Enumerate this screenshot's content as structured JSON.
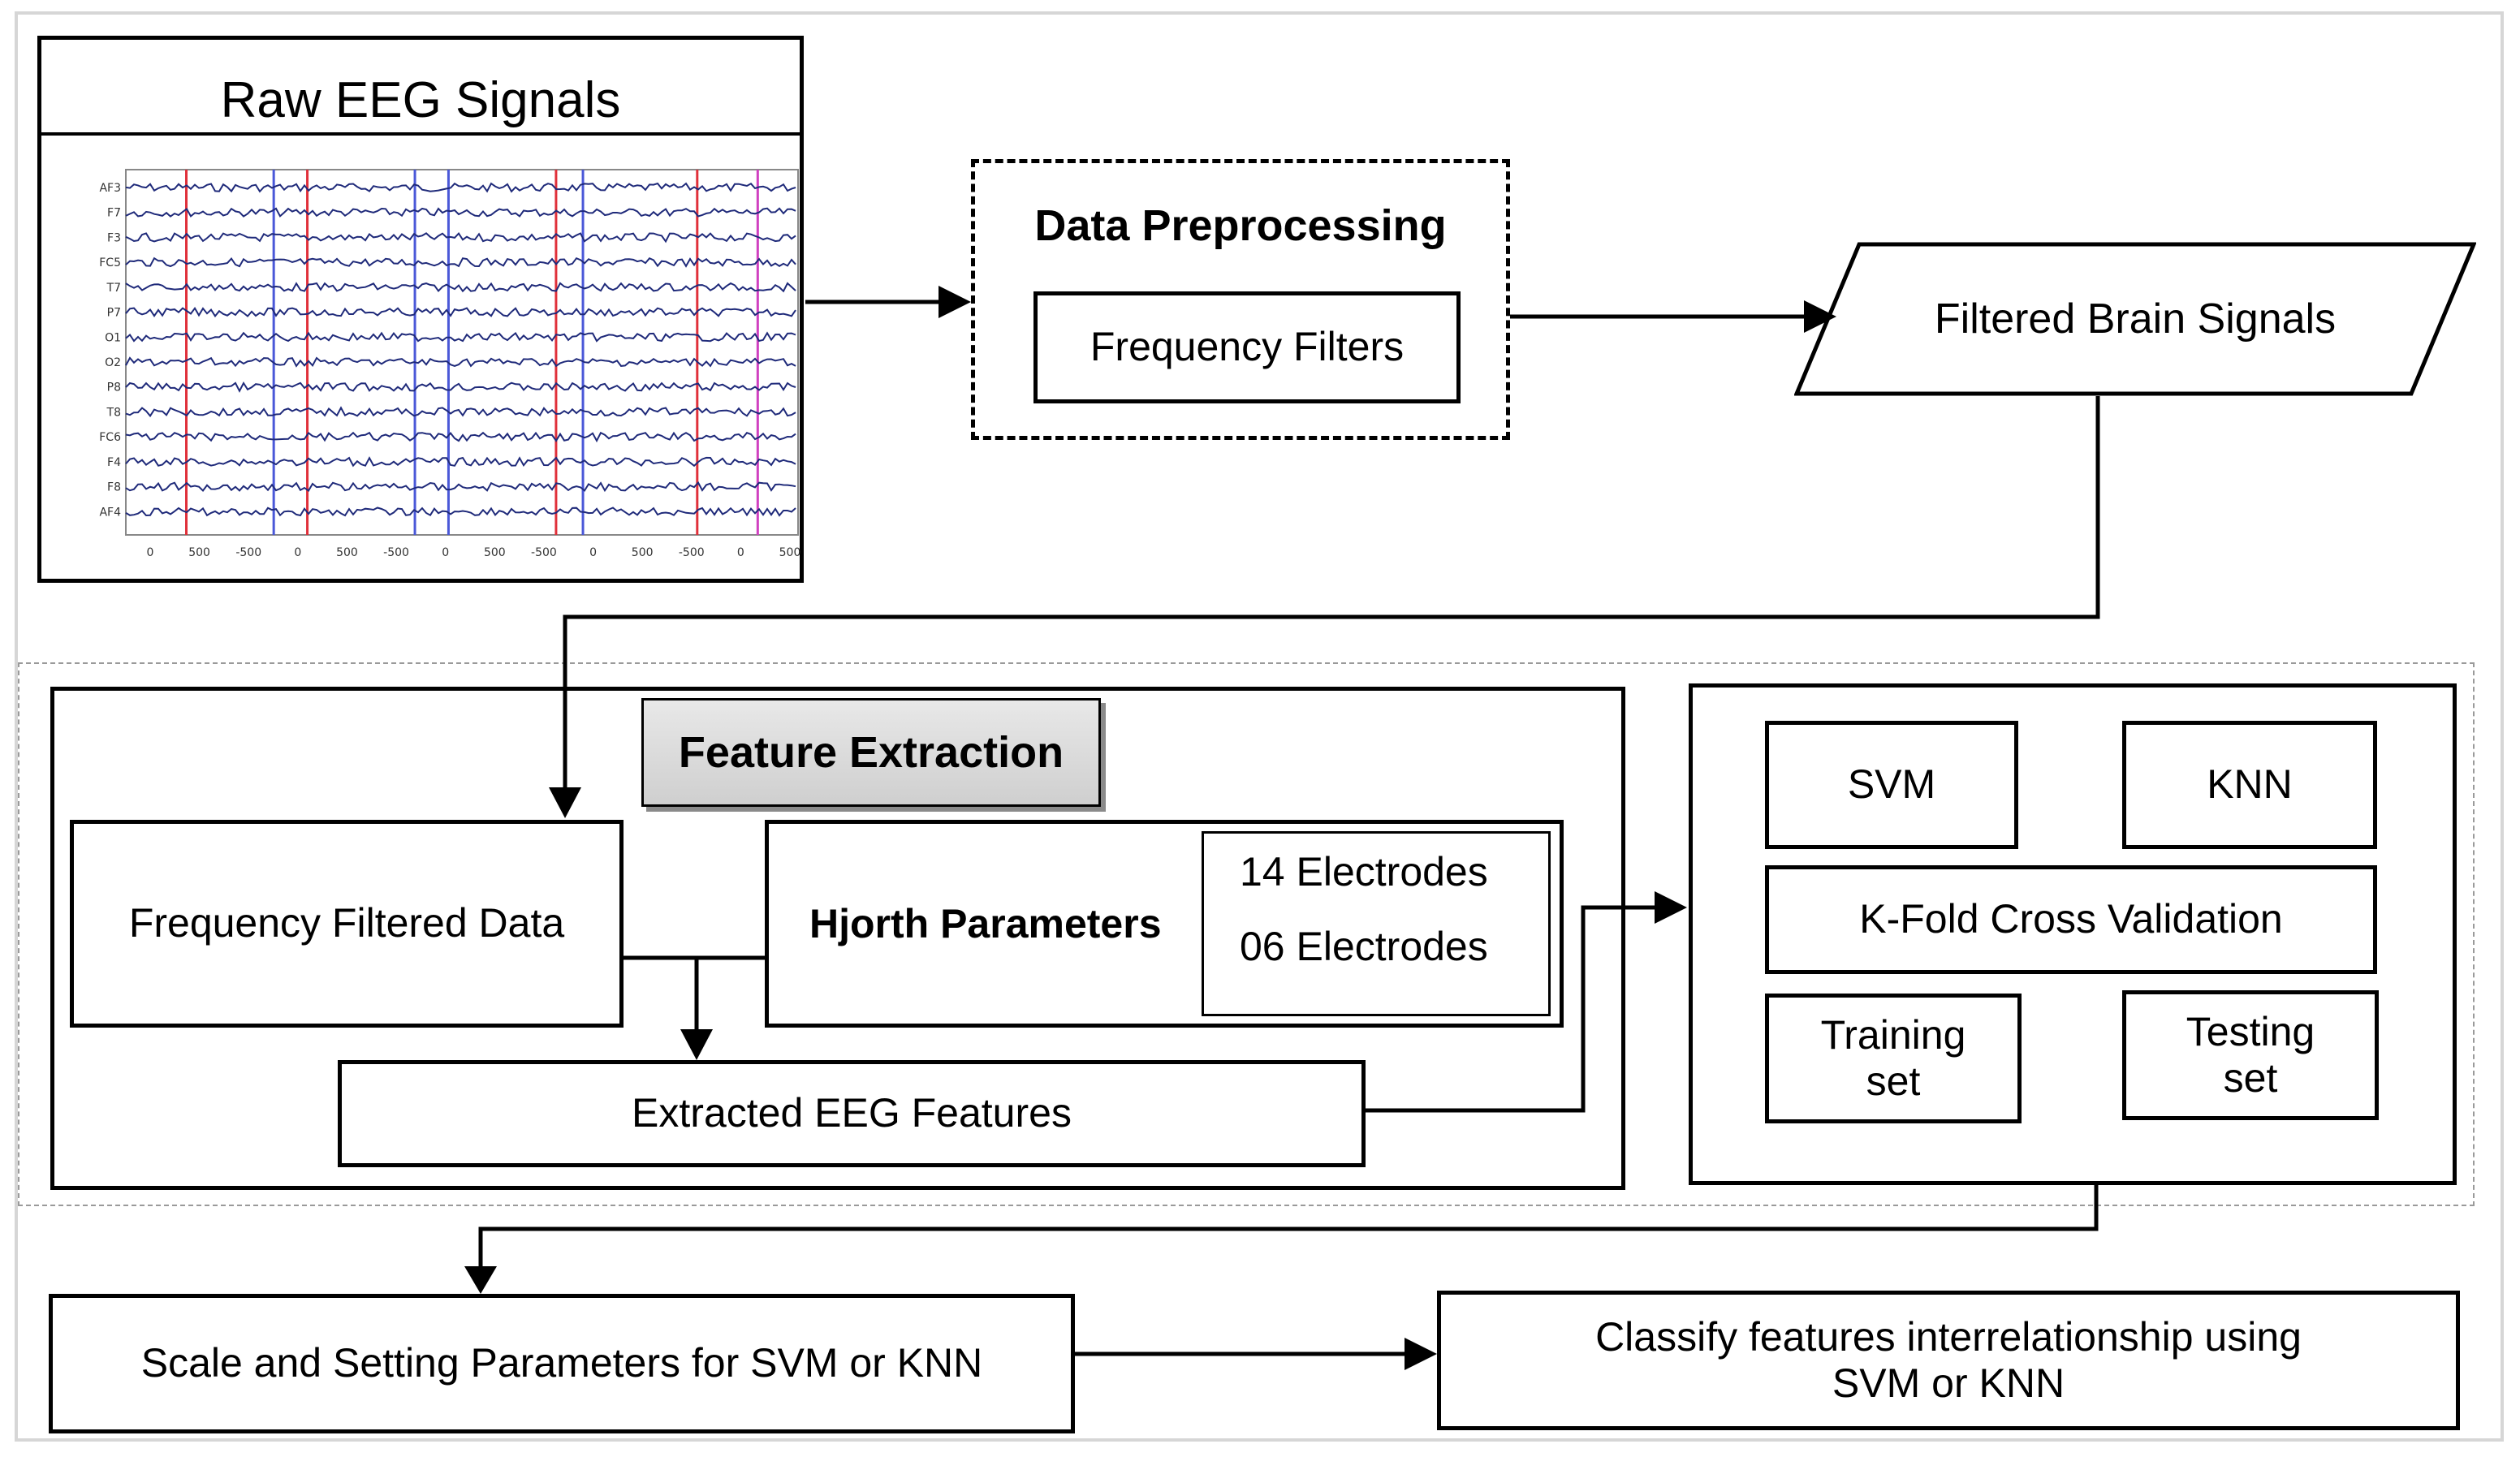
{
  "raw_eeg": {
    "title": "Raw EEG Signals",
    "channels": [
      "AF3",
      "F7",
      "F3",
      "FC5",
      "T7",
      "P7",
      "O1",
      "O2",
      "P8",
      "T8",
      "FC6",
      "F4",
      "F8",
      "AF4"
    ],
    "x_ticks": [
      "0",
      "500",
      "-500",
      "0",
      "500",
      "-500",
      "0",
      "500",
      "-500",
      "0",
      "500",
      "-500",
      "0",
      "500"
    ]
  },
  "preprocessing": {
    "title": "Data Preprocessing",
    "filter_label": "Frequency Filters"
  },
  "filtered_signals": "Filtered Brain Signals",
  "feature_extraction": {
    "title": "Feature Extraction",
    "freq_filtered_data": "Frequency Filtered Data",
    "hjorth": "Hjorth Parameters",
    "electrodes_14": "14 Electrodes",
    "electrodes_06": "06 Electrodes",
    "extracted": "Extracted EEG Features"
  },
  "classifiers": {
    "svm": "SVM",
    "knn": "KNN",
    "kfold": "K-Fold Cross Validation",
    "training_line1": "Training",
    "training_line2": "set",
    "testing_line1": "Testing",
    "testing_line2": "set"
  },
  "bottom": {
    "scale": "Scale and Setting Parameters for SVM or KNN",
    "classify_line1": "Classify features interrelationship using",
    "classify_line2": "SVM or KNN"
  },
  "colors": {
    "eeg_trace": "#1f2a7a",
    "marker_red": "#e0303a",
    "marker_blue": "#4a58d8",
    "marker_magenta": "#d040c0",
    "header_gray": "#d8d8d8"
  }
}
